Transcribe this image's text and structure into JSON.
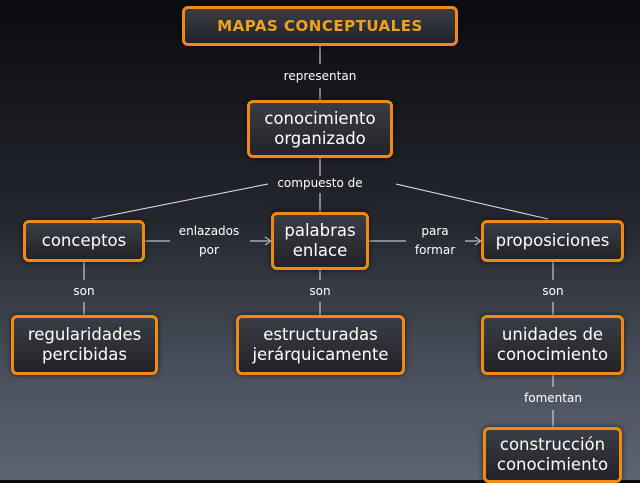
{
  "title": "MAPAS CONCEPTUALES",
  "nodes": {
    "conocimiento": "conocimiento\norganizado",
    "conceptos": "conceptos",
    "palabras": "palabras\nenlace",
    "proposiciones": "proposiciones",
    "regularidades": "regularidades\npercibidas",
    "estructuradas": "estructuradas\njerárquicamente",
    "unidades": "unidades de\nconocimiento",
    "construccion": "construcción\nconocimiento"
  },
  "links": {
    "representan": "representan",
    "compuesto_de": "compuesto de",
    "enlazados_por": "enlazados\npor",
    "para_formar": "para\nformar",
    "son_left": "son",
    "son_mid": "son",
    "son_right": "son",
    "fomentan": "fomentan"
  },
  "colors": {
    "node_border": "#ef8a12",
    "title_text": "#f2a020",
    "text": "#ffffff",
    "line": "#e8e8e8"
  }
}
